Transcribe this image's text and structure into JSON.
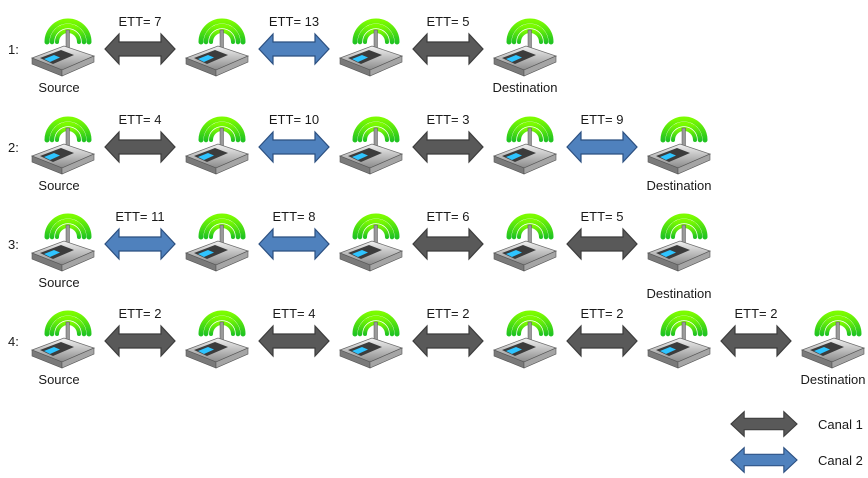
{
  "colors": {
    "canal1": "#595959",
    "canal2": "#4F81BD",
    "signal": "#22C422",
    "router_body": "#8C8C8C"
  },
  "icons": {
    "node": "wireless-router-icon"
  },
  "labels": {
    "source": "Source",
    "destination": "Destination"
  },
  "rows": [
    {
      "id": "1:",
      "links": [
        {
          "label": "ETT= 7",
          "canal": 1
        },
        {
          "label": "ETT= 13",
          "canal": 2
        },
        {
          "label": "ETT= 5",
          "canal": 1
        }
      ]
    },
    {
      "id": "2:",
      "links": [
        {
          "label": "ETT= 4",
          "canal": 1
        },
        {
          "label": "ETT= 10",
          "canal": 2
        },
        {
          "label": "ETT= 3",
          "canal": 1
        },
        {
          "label": "ETT= 9",
          "canal": 2
        }
      ]
    },
    {
      "id": "3:",
      "links": [
        {
          "label": "ETT= 11",
          "canal": 2
        },
        {
          "label": "ETT= 8",
          "canal": 2
        },
        {
          "label": "ETT= 6",
          "canal": 1
        },
        {
          "label": "ETT= 5",
          "canal": 1
        }
      ]
    },
    {
      "id": "4:",
      "links": [
        {
          "label": "ETT= 2",
          "canal": 1
        },
        {
          "label": "ETT= 4",
          "canal": 1
        },
        {
          "label": "ETT= 2",
          "canal": 1
        },
        {
          "label": "ETT= 2",
          "canal": 1
        },
        {
          "label": "ETT= 2",
          "canal": 1
        }
      ]
    }
  ],
  "legend": [
    {
      "label": "Canal 1",
      "canal": 1
    },
    {
      "label": "Canal 2",
      "canal": 2
    }
  ]
}
